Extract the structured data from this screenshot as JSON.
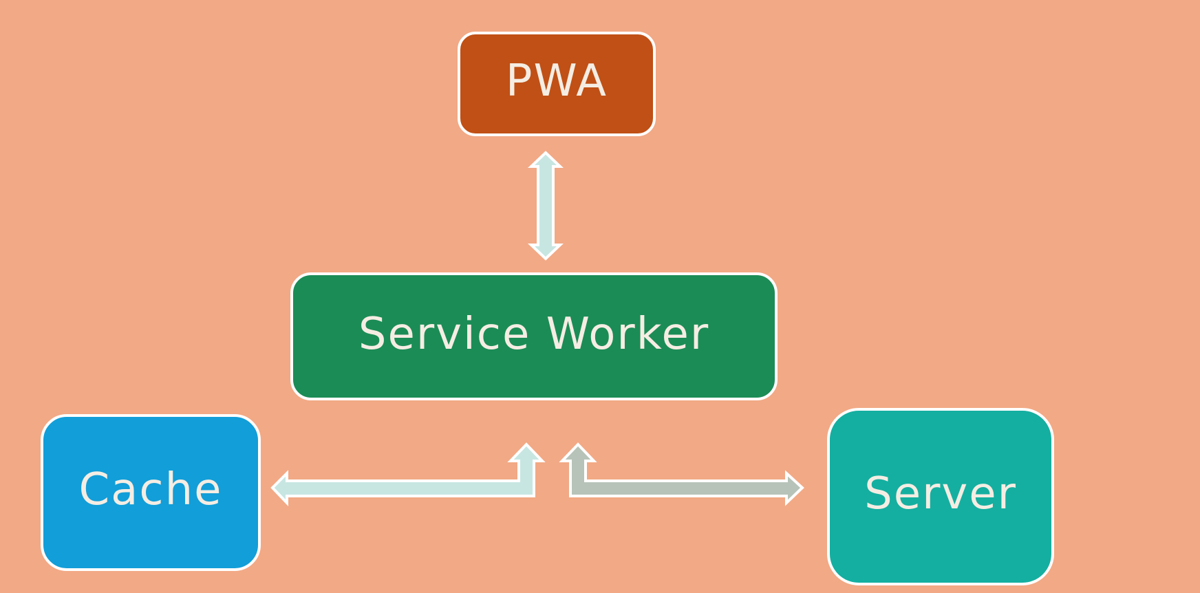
{
  "diagram": {
    "nodes": {
      "pwa": {
        "label": "PWA"
      },
      "service_worker": {
        "label": "Service Worker"
      },
      "cache": {
        "label": "Cache"
      },
      "server": {
        "label": "Server"
      }
    },
    "edges": [
      {
        "from": "pwa",
        "to": "service_worker",
        "direction": "bidirectional"
      },
      {
        "from": "service_worker",
        "to": "cache",
        "direction": "bidirectional"
      },
      {
        "from": "service_worker",
        "to": "server",
        "direction": "bidirectional"
      }
    ]
  },
  "colors": {
    "background": "#F2A985",
    "pwa": "#C05015",
    "service_worker": "#1B8C56",
    "cache": "#129ED8",
    "server": "#14AFA0",
    "border": "#FFFFFF",
    "label": "#F5EDE3",
    "arrow_light": "#C7E6E2",
    "arrow_gray": "#B7C3B8"
  }
}
